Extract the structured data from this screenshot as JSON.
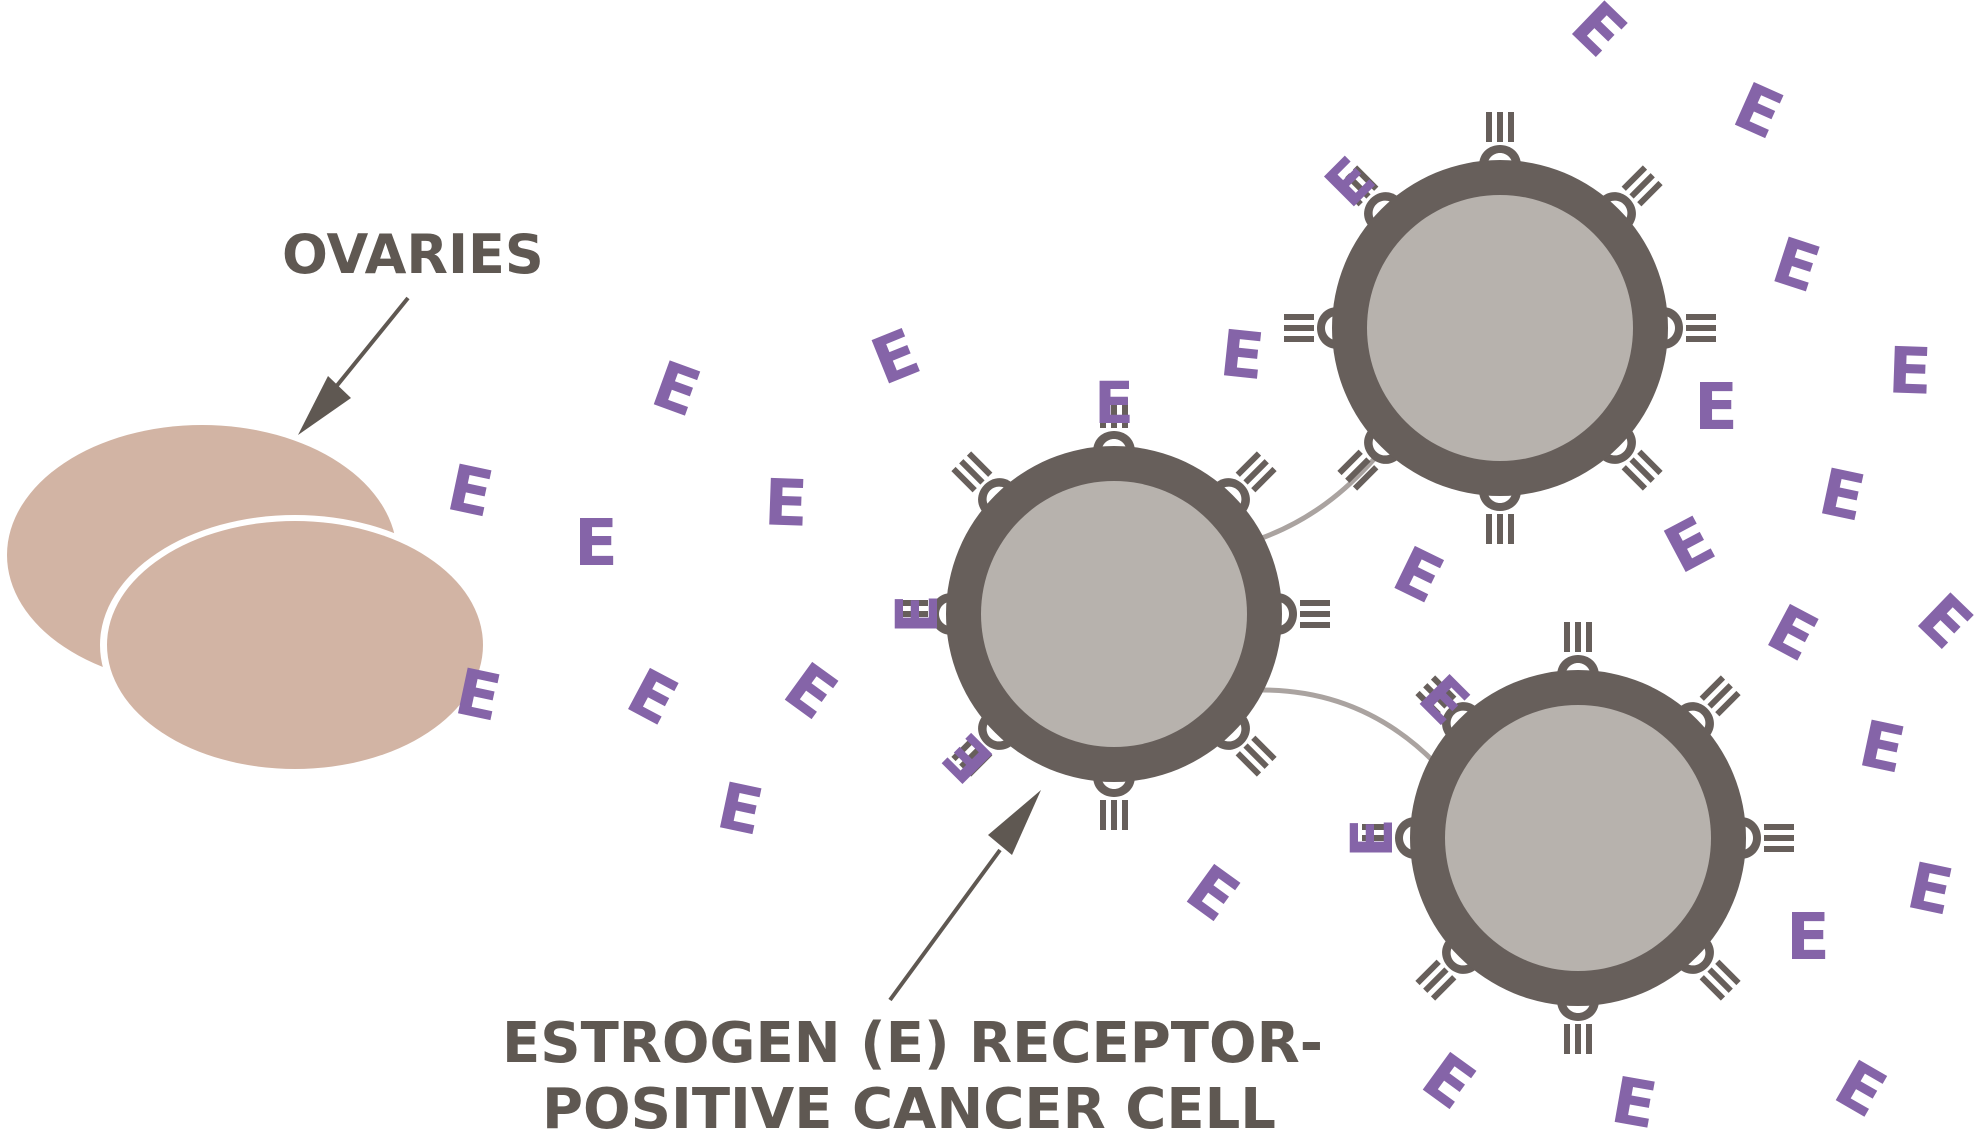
{
  "labels": {
    "ovaries": "OVARIES",
    "cell_line1": "ESTROGEN (E) RECEPTOR-",
    "cell_line2": "POSITIVE CANCER CELL"
  },
  "estrogen_symbol": "E",
  "colors": {
    "ovary": "#d2b4a4",
    "cell_membrane": "#675f5b",
    "cell_nucleus": "#b7b2ad",
    "connector": "#aaa3a0",
    "estrogen": "#8564a8",
    "label": "#5f5852",
    "arrow": "#5f5852"
  }
}
